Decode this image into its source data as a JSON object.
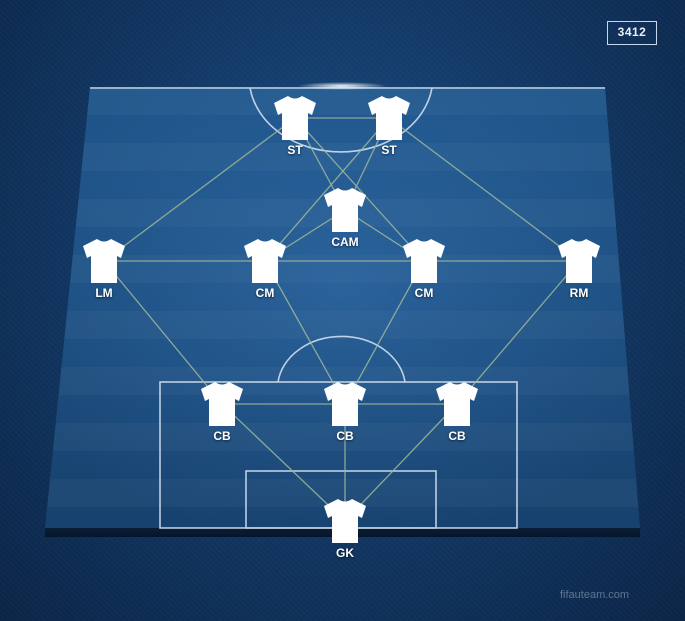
{
  "formation": {
    "name": "3412"
  },
  "players": [
    {
      "id": "st-left",
      "label": "ST"
    },
    {
      "id": "st-right",
      "label": "ST"
    },
    {
      "id": "cam",
      "label": "CAM"
    },
    {
      "id": "lm",
      "label": "LM"
    },
    {
      "id": "cm-left",
      "label": "CM"
    },
    {
      "id": "cm-right",
      "label": "CM"
    },
    {
      "id": "rm",
      "label": "RM"
    },
    {
      "id": "cb-left",
      "label": "CB"
    },
    {
      "id": "cb-center",
      "label": "CB"
    },
    {
      "id": "cb-right",
      "label": "CB"
    },
    {
      "id": "gk",
      "label": "GK"
    }
  ],
  "chemistry_links": [
    [
      "st-left",
      "st-right"
    ],
    [
      "st-left",
      "cam"
    ],
    [
      "st-right",
      "cam"
    ],
    [
      "st-left",
      "lm"
    ],
    [
      "st-right",
      "rm"
    ],
    [
      "st-left",
      "cm-right"
    ],
    [
      "st-right",
      "cm-left"
    ],
    [
      "cam",
      "cm-left"
    ],
    [
      "cam",
      "cm-right"
    ],
    [
      "lm",
      "cm-left"
    ],
    [
      "cm-left",
      "cm-right"
    ],
    [
      "cm-right",
      "rm"
    ],
    [
      "lm",
      "cb-left"
    ],
    [
      "cm-left",
      "cb-center"
    ],
    [
      "cm-right",
      "cb-center"
    ],
    [
      "rm",
      "cb-right"
    ],
    [
      "cb-left",
      "cb-center"
    ],
    [
      "cb-center",
      "cb-right"
    ],
    [
      "cb-left",
      "gk"
    ],
    [
      "cb-center",
      "gk"
    ],
    [
      "cb-right",
      "gk"
    ]
  ],
  "colors": {
    "link_line": "#9fb89a",
    "pitch_line": "#d9e6f5",
    "shirt": "#ffffff"
  },
  "watermark": "fifauteam.com"
}
